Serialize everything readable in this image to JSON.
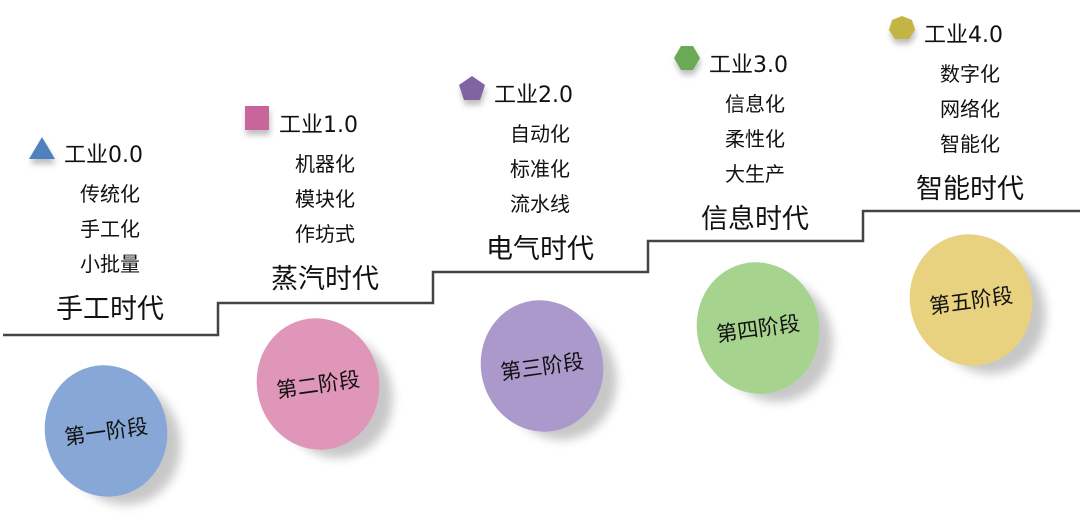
{
  "stages": [
    {
      "header": "工业0.0",
      "items": [
        "传统化",
        "手工化",
        "小批量"
      ],
      "era": "手工时代",
      "phase": "第一阶段",
      "icon": "triangle-icon",
      "color": "#4f81bd",
      "circle_color": "#87a8d6"
    },
    {
      "header": "工业1.0",
      "items": [
        "机器化",
        "模块化",
        "作坊式"
      ],
      "era": "蒸汽时代",
      "phase": "第二阶段",
      "icon": "square-icon",
      "color": "#c8659a",
      "circle_color": "#df96b8"
    },
    {
      "header": "工业2.0",
      "items": [
        "自动化",
        "标准化",
        "流水线"
      ],
      "era": "电气时代",
      "phase": "第三阶段",
      "icon": "pentagon-icon",
      "color": "#8064a2",
      "circle_color": "#ac99cc"
    },
    {
      "header": "工业3.0",
      "items": [
        "信息化",
        "柔性化",
        "大生产"
      ],
      "era": "信息时代",
      "phase": "第四阶段",
      "icon": "hexagon-icon",
      "color": "#6aaa55",
      "circle_color": "#a6d38e"
    },
    {
      "header": "工业4.0",
      "items": [
        "数字化",
        "网络化",
        "智能化"
      ],
      "era": "智能时代",
      "phase": "第五阶段",
      "icon": "heptagon-icon",
      "color": "#c4b445",
      "circle_color": "#e8d27f"
    }
  ]
}
